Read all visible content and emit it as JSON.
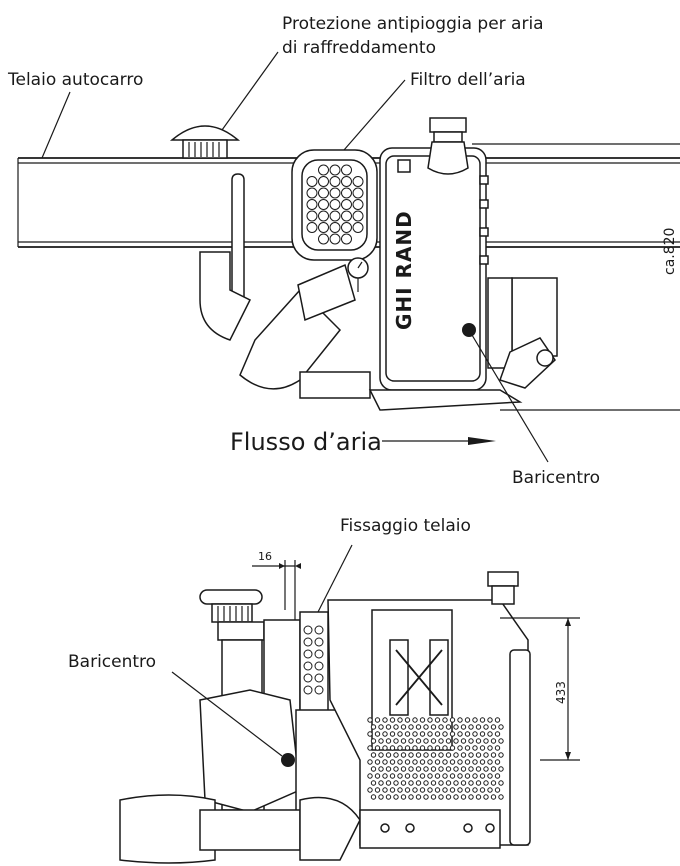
{
  "labels": {
    "rain_cover_line1": "Protezione antipioggia per aria",
    "rain_cover_line2": "di raffreddamento",
    "truck_frame": "Telaio autocarro",
    "air_filter": "Filtro dell’aria",
    "air_flow": "Flusso d’aria",
    "center_of_gravity_top": "Baricentro",
    "frame_mount": "Fissaggio telaio",
    "center_of_gravity_side": "Baricentro",
    "brand": "GHI RAND"
  },
  "dimensions": {
    "height_top": "ca.820",
    "offset": "16",
    "height_side": "433"
  }
}
